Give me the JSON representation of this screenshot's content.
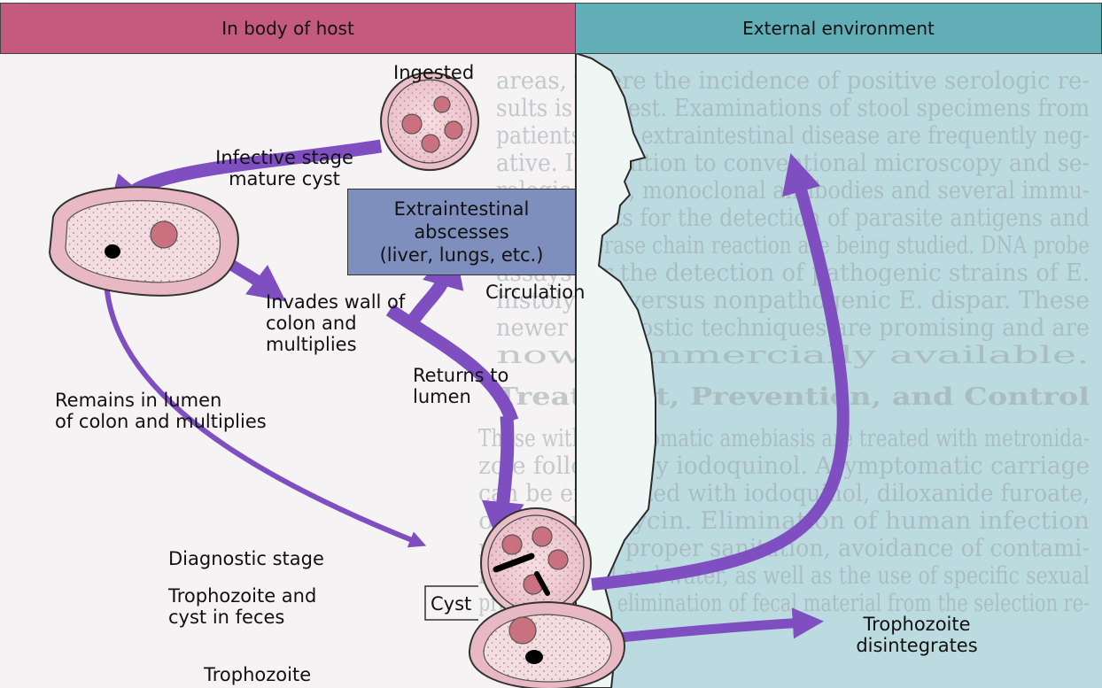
{
  "header": {
    "host_label": "In body of host",
    "external_label": "External environment"
  },
  "labels": {
    "ingested": "Ingested",
    "infective_stage": "Infective stage\nmature cyst",
    "extraintestinal_1": "Extraintestinal",
    "extraintestinal_2": "abscesses",
    "extraintestinal_3": "(liver, lungs, etc.)",
    "circulation": "Circulation",
    "invades_wall": "Invades wall of\ncolon and\nmultiplies",
    "returns_to_lumen": "Returns to\nlumen",
    "remains_in_lumen": "Remains in lumen\nof colon and multiplies",
    "diagnostic_stage": "Diagnostic stage",
    "troph_and_cyst": "Trophozoite and\ncyst in feces",
    "cyst": "Cyst",
    "trophozoite": "Trophozoite",
    "troph_disintegrates": "Trophozoite\ndisintegrates"
  },
  "background_text": [
    "areas, where the incidence of positive serologic re-",
    "sults is highest. Examinations of stool specimens from",
    "patients with extraintestinal disease are frequently neg-",
    "ative. In addition to conventional microscopy and se-",
    "rologic tests, monoclonal antibodies and several immu-",
    "nologic tests for the detection of parasite antigens and",
    "the polymerase chain reaction are being studied. DNA probe",
    "assays for the detection of pathogenic strains of E.",
    "histolytica versus nonpathogenic E. dispar. These",
    "newer diagnostic techniques are promising and are",
    "now commercially available.",
    "",
    "Treatment, Prevention, and Control",
    "",
    "Those with symptomatic amebiasis are treated with metronida-",
    "zole followed by iodoquinol. Asymptomatic carriage",
    "can be eradicated with iodoquinol, diloxanide furoate,",
    "or paromomycin. Elimination of human infection",
    "results from proper sanitation, avoidance of contami-",
    "nation of food and water, as well as the use of specific sexual",
    "practices. The elimination of fecal material from the selection re-"
  ],
  "colors": {
    "header_host": "#c45a7e",
    "header_external": "#61aeb7",
    "arrow": "#7f4fc1",
    "cyst_fill": "#f2d5d9",
    "nucleus": "#c9717f",
    "extraintestinal_box": "#7f8fbd",
    "body_fill": "#eef7f3"
  }
}
